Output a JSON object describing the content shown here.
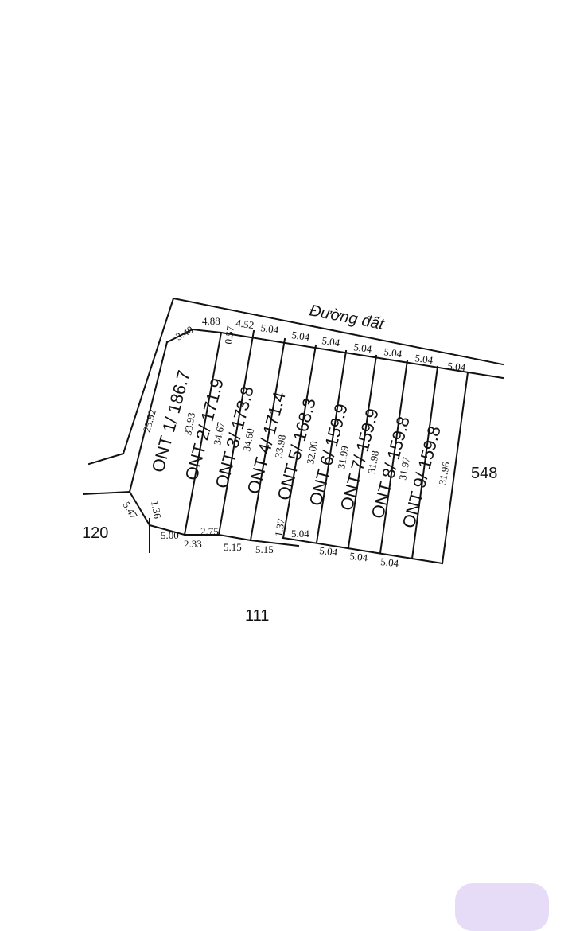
{
  "road_label": "Đường đất",
  "neighbors": {
    "north_east": "548",
    "west": "120",
    "south": "111"
  },
  "lots": [
    {
      "label": "ONT 1/ 186.7",
      "depth": "33.93"
    },
    {
      "label": "ONT 2/ 171.9",
      "depth": "34.67"
    },
    {
      "label": "ONT 3/ 173.8",
      "depth": "34.60"
    },
    {
      "label": "ONT 4/ 171.4",
      "depth": "33.98"
    },
    {
      "label": "ONT 5/ 168.3",
      "depth": "32.00"
    },
    {
      "label": "ONT 6/ 159.9",
      "depth": "31.99"
    },
    {
      "label": "ONT 7/ 159.9",
      "depth": "31.98"
    },
    {
      "label": "ONT 8/ 159.8",
      "depth": "31.97"
    },
    {
      "label": "ONT 9/ 159.8",
      "depth": "31.96"
    }
  ],
  "edges": {
    "west_side": "25.92",
    "corner_top": "3.40",
    "front_lot2": "4.88",
    "front_offset": "0.57",
    "front_lot3": "4.52",
    "front_lot4": "5.04",
    "front_lot5": "5.04",
    "front_lot6": "5.04",
    "front_lot7": "5.04",
    "front_lot8": "5.04",
    "front_lot9": "5.04",
    "southwest_corner": "5.47",
    "rear_offset_1": "1.36",
    "rear_lot1": "5.00",
    "rear_lot2a": "2.33",
    "rear_lot2b": "2.75",
    "rear_lot3": "5.15",
    "rear_lot4": "5.15",
    "rear_offset_5": "1.37",
    "rear_lot5": "5.04",
    "rear_lot6": "5.04",
    "rear_lot7": "5.04",
    "rear_lot8": "5.04"
  }
}
